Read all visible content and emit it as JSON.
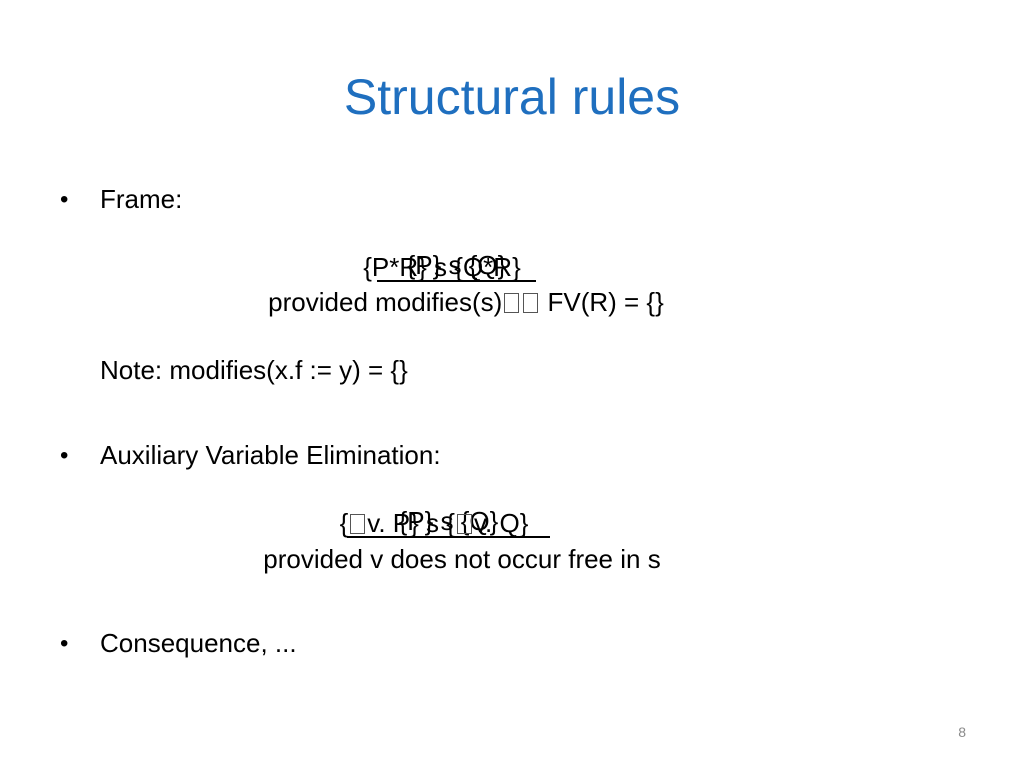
{
  "slide": {
    "title": "Structural rules",
    "page_number": "8"
  },
  "frame": {
    "bullet": "•",
    "label": "Frame:",
    "premise": "{P} s {Q}",
    "conclusion": "{P*R} s {Q*R}",
    "side_condition_start": "provided modifies(s)",
    "side_condition_end": " FV(R) = {}",
    "note": "Note: modifies(x.f := y) = {}"
  },
  "aux": {
    "bullet": "•",
    "label": "Auxiliary Variable Elimination:",
    "premise": "{P} s {Q}",
    "conclusion_a": "{",
    "conclusion_b": "v. P} s {",
    "conclusion_c": "v. Q}",
    "side_condition": "provided v does not occur free in s"
  },
  "consequence": {
    "bullet": "•",
    "label": "Consequence, ..."
  }
}
